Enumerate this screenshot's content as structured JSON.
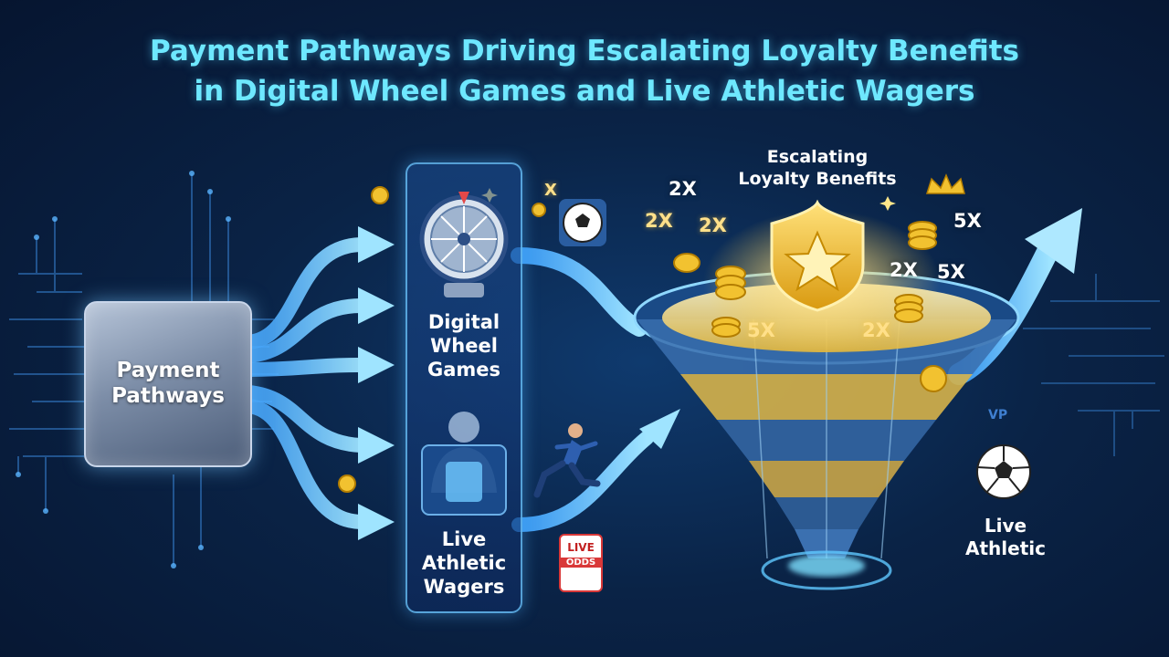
{
  "title": {
    "line1": "Payment Pathways Driving Escalating Loyalty Benefits",
    "line2": "in Digital Wheel Games and Live Athletic Wagers"
  },
  "nodes": {
    "payment_pathways": [
      "Payment",
      "Pathways"
    ],
    "digital_wheel": [
      "Digital",
      "Wheel",
      "Games"
    ],
    "live_wagers": [
      "Live",
      "Athletic",
      "Wagers"
    ],
    "live_athletic": [
      "Live",
      "Athletic"
    ],
    "escalating": [
      "Escalating",
      "Loyalty Benefits"
    ]
  },
  "badge": {
    "line1": "LIVE",
    "line2": "ODDS"
  },
  "multipliers": [
    {
      "id": "m1",
      "text": "2X"
    },
    {
      "id": "m2",
      "text": "2X"
    },
    {
      "id": "m3",
      "text": "2X"
    },
    {
      "id": "m4",
      "text": "5X"
    },
    {
      "id": "m5",
      "text": "2X"
    },
    {
      "id": "m6",
      "text": "5X"
    },
    {
      "id": "m7",
      "text": "5X"
    },
    {
      "id": "m8",
      "text": "2X"
    },
    {
      "id": "m9",
      "text": "X"
    }
  ],
  "corner_mark": "VP",
  "colors": {
    "title": "#6ee8ff",
    "arrow": "#5cc4ff",
    "gold": "#f2c230",
    "background": "#0a2346"
  },
  "icons": [
    "wheel-icon",
    "person-icon",
    "runner-icon",
    "soccer-ball-icon",
    "shield-star-icon",
    "crown-icon",
    "coin-icon"
  ]
}
